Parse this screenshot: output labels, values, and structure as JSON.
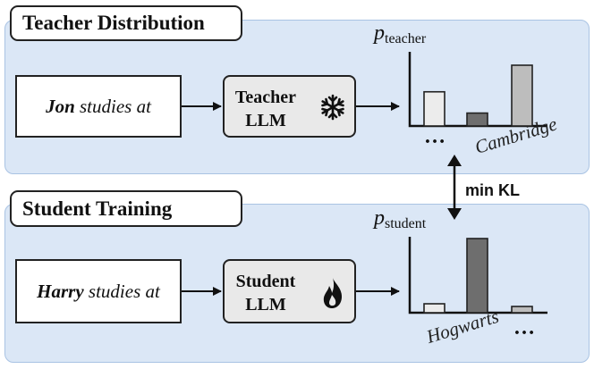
{
  "teacher": {
    "title": "Teacher Distribution",
    "input_subject": "Jon",
    "input_rest": " studies at",
    "model_line1": "Teacher",
    "model_line2": "LLM",
    "model_icon": "snowflake-icon",
    "prob_label_base": "p",
    "prob_label_sub": "teacher",
    "token_label": "Cambridge",
    "dots": "…"
  },
  "student": {
    "title": "Student Training",
    "input_subject": "Harry",
    "input_rest": " studies at",
    "model_line1": "Student",
    "model_line2": "LLM",
    "model_icon": "flame-icon",
    "prob_label_base": "p",
    "prob_label_sub": "student",
    "token_label": "Hogwarts",
    "dots": "…"
  },
  "objective": "min KL",
  "colors": {
    "panel_bg": "#dbe7f6",
    "panel_border": "#a9c3e3",
    "bar_light": "#ececec",
    "bar_dark": "#6e6e6e",
    "bar_mid": "#bdbdbd"
  },
  "chart_data": [
    {
      "type": "bar",
      "name": "teacher",
      "values": [
        0.45,
        0.17,
        0.8
      ],
      "colors": [
        "#ececec",
        "#6e6e6e",
        "#bdbdbd"
      ]
    },
    {
      "type": "bar",
      "name": "student",
      "values": [
        0.1,
        0.83,
        0.07
      ],
      "colors": [
        "#ececec",
        "#6e6e6e",
        "#bdbdbd"
      ]
    }
  ]
}
